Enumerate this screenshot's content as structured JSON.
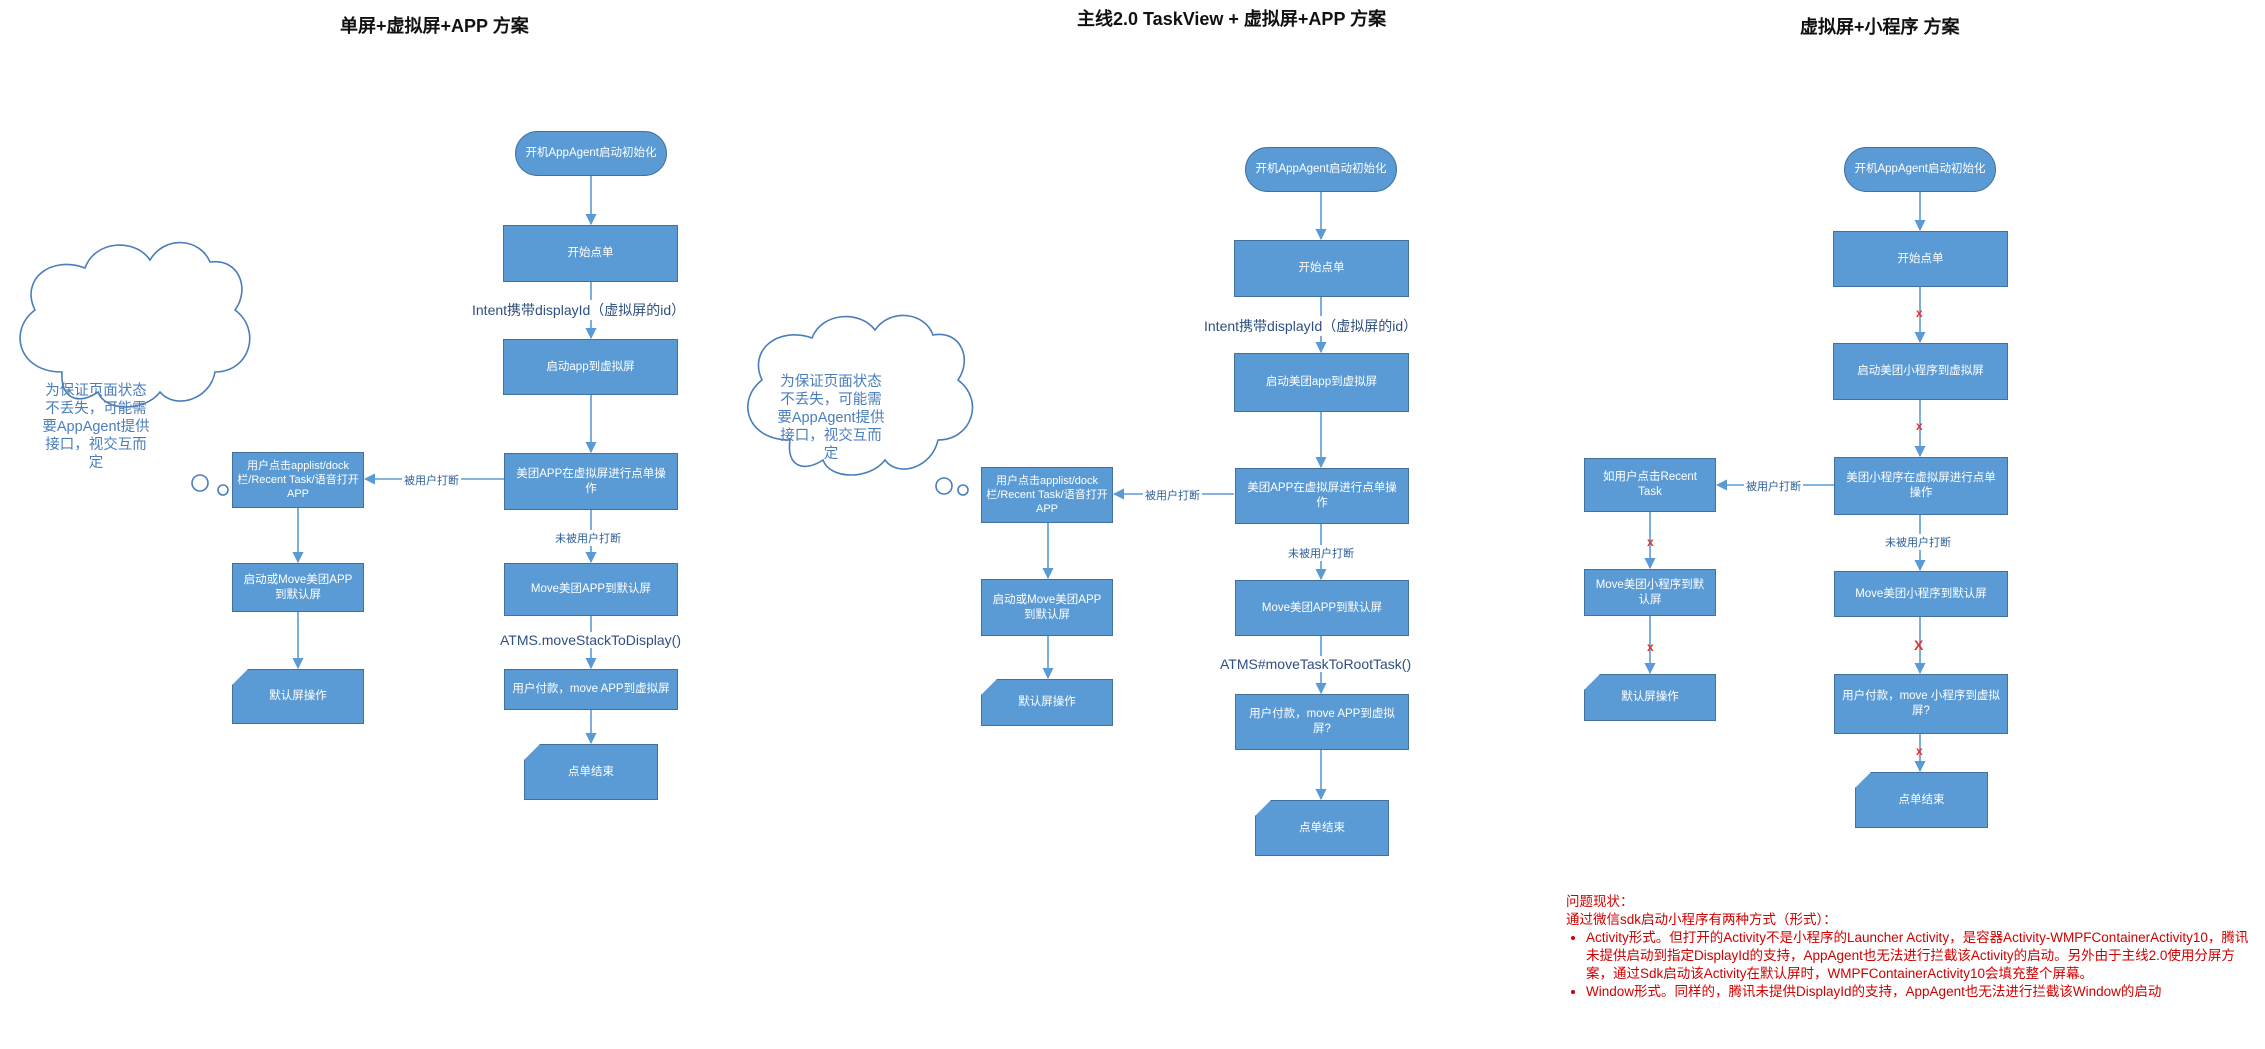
{
  "columns": [
    {
      "title": "单屏+虚拟屏+APP 方案",
      "cloud_text": "为保证页面状态不丢失，可能需要AppAgent提供接口，视交互而定",
      "main_flow": {
        "start": "开机AppAgent启动初始化",
        "step1": "开始点单",
        "step2": "启动app到虚拟屏",
        "step3": "美团APP在虚拟屏进行点单操作",
        "step4": "Move美团APP到默认屏",
        "step5": "用户付款，move APP到虚拟屏",
        "end": "点单结束"
      },
      "edge_labels": {
        "intent": "Intent携带displayId（虚拟屏的id）",
        "not_interrupted": "未被用户打断",
        "atms": "ATMS.moveStackToDisplay()",
        "interrupted": "被用户打断"
      },
      "branch": {
        "user_action": "用户点击applist/dock栏/Recent Task/语音打开APP",
        "move_default": "启动或Move美团APP到默认屏",
        "default_op": "默认屏操作"
      }
    },
    {
      "title": "主线2.0 TaskView + 虚拟屏+APP 方案",
      "cloud_text": "为保证页面状态不丢失，可能需要AppAgent提供接口，视交互而定",
      "main_flow": {
        "start": "开机AppAgent启动初始化",
        "step1": "开始点单",
        "step2": "启动美团app到虚拟屏",
        "step3": "美团APP在虚拟屏进行点单操作",
        "step4": "Move美团APP到默认屏",
        "step5": "用户付款，move APP到虚拟屏?",
        "end": "点单结束"
      },
      "edge_labels": {
        "intent": "Intent携带displayId（虚拟屏的id）",
        "not_interrupted": "未被用户打断",
        "atms": "ATMS#moveTaskToRootTask()",
        "interrupted": "被用户打断"
      },
      "branch": {
        "user_action": "用户点击applist/dock栏/Recent Task/语音打开APP",
        "move_default": "启动或Move美团APP到默认屏",
        "default_op": "默认屏操作"
      }
    },
    {
      "title": "虚拟屏+小程序 方案",
      "main_flow": {
        "start": "开机AppAgent启动初始化",
        "step1": "开始点单",
        "step2": "启动美团小程序到虚拟屏",
        "step3": "美团小程序在虚拟屏进行点单操作",
        "step4": "Move美团小程序到默认屏",
        "step5": "用户付款，move 小程序到虚拟屏?",
        "end": "点单结束"
      },
      "edge_labels": {
        "not_interrupted": "未被用户打断",
        "interrupted": "被用户打断",
        "x_mark": "x",
        "x_mark_big": "X"
      },
      "branch": {
        "user_action": "如用户点击Recent Task",
        "move_default": "Move美团小程序到默认屏",
        "default_op": "默认屏操作"
      }
    }
  ],
  "notes": {
    "heading": "问题现状：",
    "intro": "通过微信sdk启动小程序有两种方式（形式）：",
    "bullets": [
      "Activity形式。但打开的Activity不是小程序的Launcher Activity，是容器Activity-WMPFContainerActivity10，腾讯未提供启动到指定DisplayId的支持，AppAgent也无法进行拦截该Activity的启动。另外由于主线2.0使用分屏方案，通过Sdk启动该Activity在默认屏时，WMPFContainerActivity10会填充整个屏幕。",
      "Window形式。同样的，腾讯未提供DisplayId的支持，AppAgent也无法进行拦截该Window的启动"
    ]
  },
  "colors": {
    "node_fill": "#5b9bd5",
    "node_border": "#41719c",
    "connector": "#5b9bd5",
    "cloud_text": "#4a7ebb",
    "warning": "#d00000"
  }
}
